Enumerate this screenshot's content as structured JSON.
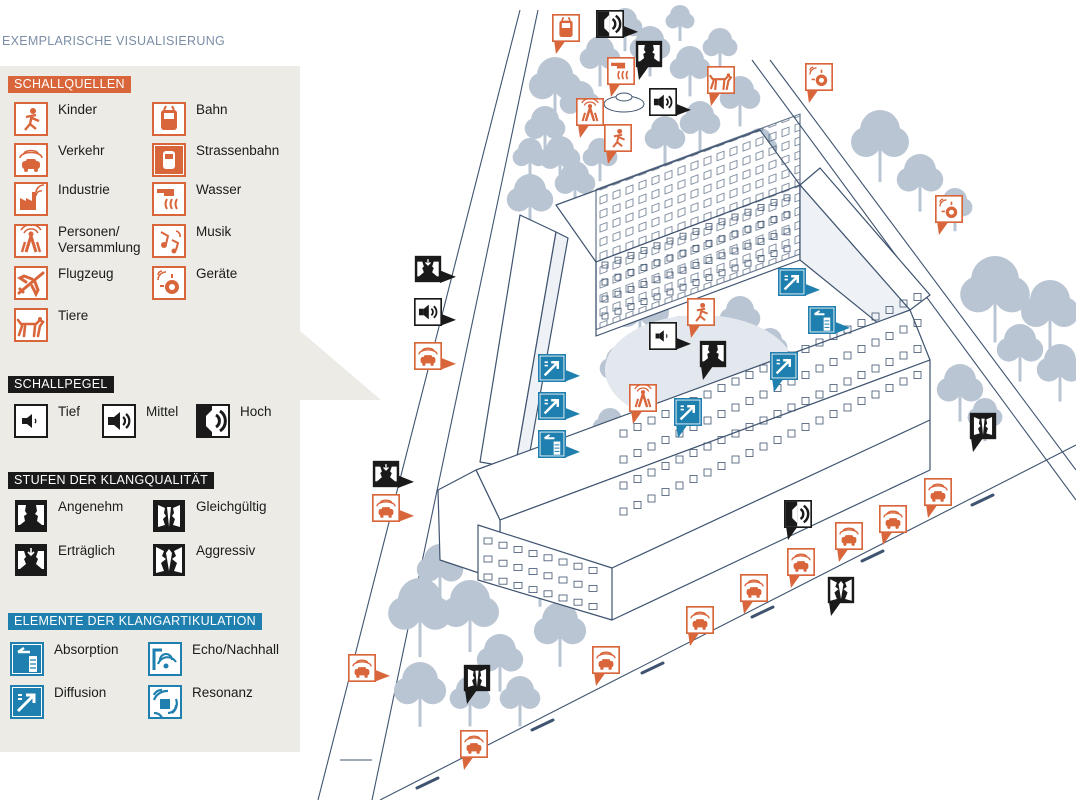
{
  "title": "EXEMPLARISCHE VISUALISIERUNG",
  "legend": {
    "schallquellen": {
      "heading": "SCHALLQUELLEN",
      "items": [
        {
          "label": "Kinder",
          "icon": "child-icon"
        },
        {
          "label": "Bahn",
          "icon": "train-icon"
        },
        {
          "label": "Verkehr",
          "icon": "car-icon"
        },
        {
          "label": "Strassenbahn",
          "icon": "tram-icon"
        },
        {
          "label": "Industrie",
          "icon": "factory-icon"
        },
        {
          "label": "Wasser",
          "icon": "water-icon"
        },
        {
          "label": "Personen/\nVersammlung",
          "icon": "people-icon"
        },
        {
          "label": "Musik",
          "icon": "music-icon"
        },
        {
          "label": "Flugzeug",
          "icon": "airplane-icon"
        },
        {
          "label": "Geräte",
          "icon": "device-icon"
        },
        {
          "label": "Tiere",
          "icon": "dog-icon"
        }
      ]
    },
    "schallpegel": {
      "heading": "SCHALLPEGEL",
      "items": [
        {
          "label": "Tief",
          "icon": "speaker-low-icon"
        },
        {
          "label": "Mittel",
          "icon": "speaker-medium-icon"
        },
        {
          "label": "Hoch",
          "icon": "speaker-high-icon"
        }
      ]
    },
    "klangqualitaet": {
      "heading": "STUFEN DER KLANGQUALITÄT",
      "items": [
        {
          "label": "Angenehm",
          "icon": "faces-pleasant-icon"
        },
        {
          "label": "Gleichgültig",
          "icon": "faces-indifferent-icon"
        },
        {
          "label": "Erträglich",
          "icon": "faces-bearable-icon"
        },
        {
          "label": "Aggressiv",
          "icon": "faces-aggressive-icon"
        }
      ]
    },
    "klangartikulation": {
      "heading": "ELEMENTE DER KLANGARTIKULATION",
      "items": [
        {
          "label": "Absorption",
          "icon": "absorption-icon"
        },
        {
          "label": "Echo/Nachhall",
          "icon": "echo-icon"
        },
        {
          "label": "Diffusion",
          "icon": "diffusion-icon"
        },
        {
          "label": "Resonanz",
          "icon": "resonance-icon"
        }
      ]
    }
  },
  "colors": {
    "source": "#d9653b",
    "level": "#1a1a1a",
    "articulation": "#1f7fae",
    "tree": "#b9c5d3",
    "building_line": "#3f5470",
    "legend_bg": "#ecebe6"
  },
  "markers": [
    {
      "type": "train-icon"
    },
    {
      "type": "speaker-high-icon"
    },
    {
      "type": "faces-pleasant-icon"
    },
    {
      "type": "water-icon"
    },
    {
      "type": "dog-icon"
    },
    {
      "type": "device-icon"
    },
    {
      "type": "people-icon"
    },
    {
      "type": "speaker-medium-icon"
    },
    {
      "type": "child-icon"
    },
    {
      "type": "device-icon"
    },
    {
      "type": "faces-bearable-icon"
    },
    {
      "type": "speaker-medium-icon"
    },
    {
      "type": "car-icon"
    },
    {
      "type": "diffusion-icon"
    },
    {
      "type": "absorption-icon"
    },
    {
      "type": "child-icon"
    },
    {
      "type": "speaker-low-icon"
    },
    {
      "type": "faces-pleasant-icon"
    },
    {
      "type": "diffusion-icon"
    },
    {
      "type": "diffusion-icon"
    },
    {
      "type": "absorption-icon"
    },
    {
      "type": "people-icon"
    },
    {
      "type": "diffusion-icon"
    },
    {
      "type": "diffusion-icon"
    },
    {
      "type": "faces-bearable-icon"
    },
    {
      "type": "car-icon"
    },
    {
      "type": "faces-indifferent-icon"
    },
    {
      "type": "speaker-high-icon"
    },
    {
      "type": "car-icon"
    },
    {
      "type": "car-icon"
    },
    {
      "type": "car-icon"
    },
    {
      "type": "car-icon"
    },
    {
      "type": "car-icon"
    },
    {
      "type": "faces-aggressive-icon"
    },
    {
      "type": "car-icon"
    },
    {
      "type": "car-icon"
    },
    {
      "type": "car-icon"
    },
    {
      "type": "faces-indifferent-icon"
    },
    {
      "type": "car-icon"
    },
    {
      "type": "car-icon"
    }
  ]
}
